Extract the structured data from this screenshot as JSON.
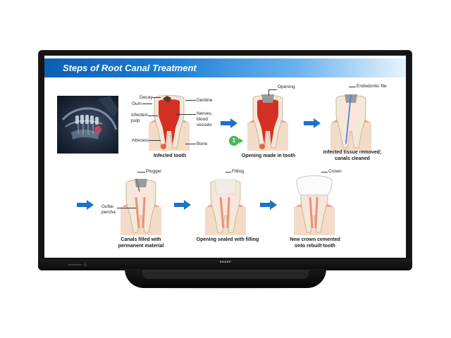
{
  "monitor": {
    "brand": "SHARP"
  },
  "slide": {
    "title": "Steps of Root Canal Treatment",
    "badge_number": "1",
    "colors": {
      "title_blue": "#1568c0",
      "arrow_blue": "#1a72c9",
      "pulp_red": "#d43024",
      "badge_green": "#4cb65c"
    },
    "labels": {
      "decay": "Decay",
      "gum": "Gum",
      "infected_pulp_line1": "Infected",
      "infected_pulp_line2": "pulp",
      "abscess": "Abscess",
      "dentine": "Dentine",
      "nerves_line1": "Nerves,",
      "nerves_line2": "blood",
      "nerves_line3": "vessels",
      "bone": "Bone",
      "opening": "Opening",
      "endodontic_file": "Endodontic file",
      "plugger": "Plugger",
      "gutta_line1": "Gutta-",
      "gutta_line2": "percha",
      "filling": "Filling",
      "crown": "Crown"
    },
    "steps": [
      {
        "caption_line1": "Infected tooth",
        "caption_line2": ""
      },
      {
        "caption_line1": "Opening made in tooth",
        "caption_line2": ""
      },
      {
        "caption_line1": "Infected tissue removed;",
        "caption_line2": "canals cleaned"
      },
      {
        "caption_line1": "Canals filled with",
        "caption_line2": "permanent material"
      },
      {
        "caption_line1": "Opening sealed with filling",
        "caption_line2": ""
      },
      {
        "caption_line1": "New crown cemented",
        "caption_line2": "onto rebuilt tooth"
      }
    ]
  }
}
